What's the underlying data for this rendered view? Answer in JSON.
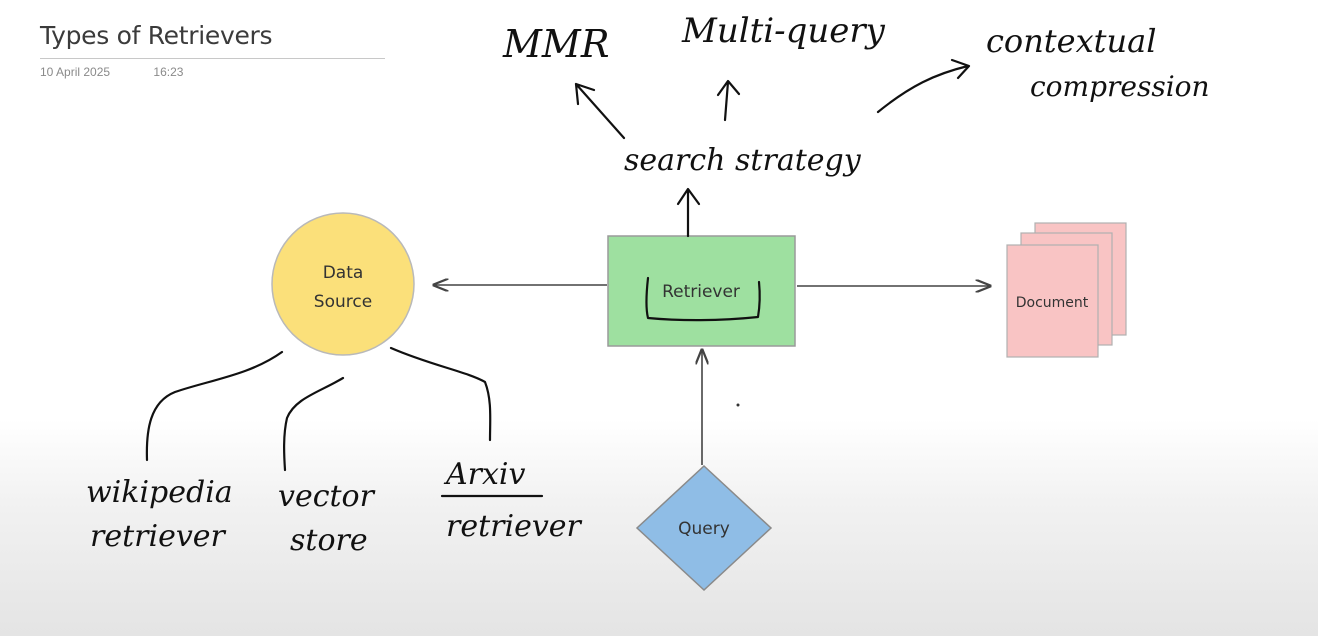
{
  "page": {
    "title": "Types of Retrievers",
    "date": "10 April 2025",
    "time": "16:23"
  },
  "nodes": {
    "data_source": [
      "Data",
      "Source"
    ],
    "retriever": "Retriever",
    "document": "Document",
    "query": "Query"
  },
  "handwriting": {
    "strategies": [
      "MMR",
      "Multi-query",
      "contextual",
      "compression"
    ],
    "search_strategy": "search strategy",
    "sources": [
      {
        "line1": "wikipedia",
        "line2": "retriever"
      },
      {
        "line1": "vector",
        "line2": "store"
      },
      {
        "line1": "Arxiv",
        "line2": "retriever"
      }
    ]
  },
  "colors": {
    "data_source": "#fbe07a",
    "retriever": "#9ee0a0",
    "document": "#f9c4c4",
    "query": "#8fbde6"
  }
}
